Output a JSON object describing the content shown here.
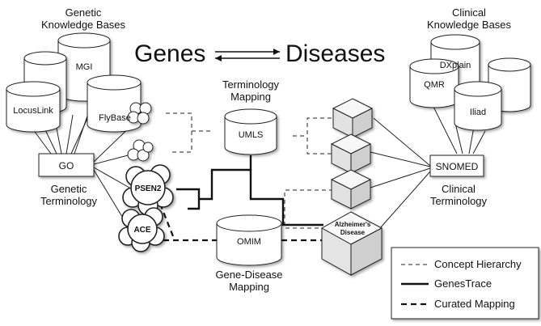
{
  "headings": {
    "genetic_kb": [
      "Genetic",
      "Knowledge Bases"
    ],
    "clinical_kb": [
      "Clinical",
      "Knowledge Bases"
    ],
    "genes": "Genes",
    "diseases": "Diseases",
    "terminology_mapping": [
      "Terminology",
      "Mapping"
    ],
    "genetic_terminology": [
      "Genetic",
      "Terminology"
    ],
    "clinical_terminology": [
      "Clinical",
      "Terminology"
    ],
    "gene_disease_mapping": [
      "Gene-Disease",
      "Mapping"
    ]
  },
  "nodes": {
    "mgi": "MGI",
    "flybase": "FlyBase",
    "locuslink": "LocusLink",
    "go": "GO",
    "dxplain": "DXplain",
    "qmr": "QMR",
    "iliad": "Iliad",
    "snomed": "SNOMED",
    "umls": "UMLS",
    "omim": "OMIM",
    "psen2": "PSEN2",
    "ace": "ACE",
    "alzheimers": [
      "Alzheimer's",
      "Disease"
    ]
  },
  "legend": {
    "concept_hierarchy": "Concept Hierarchy",
    "genestrace": "GenesTrace",
    "curated_mapping": "Curated Mapping"
  }
}
